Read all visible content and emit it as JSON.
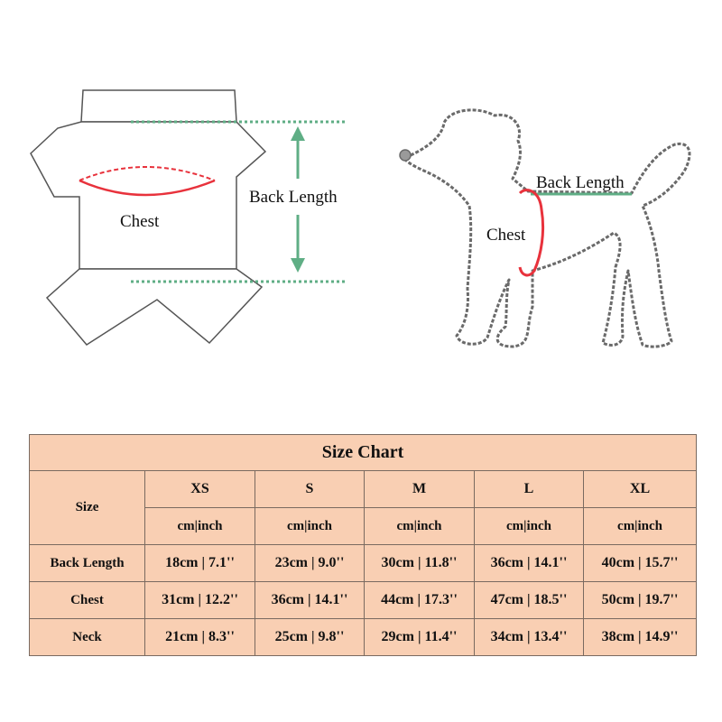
{
  "diagram": {
    "garment_labels": {
      "chest": "Chest",
      "back_length": "Back Length"
    },
    "dog_labels": {
      "chest": "Chest",
      "back_length": "Back Length"
    },
    "colors": {
      "outline": "#555555",
      "chest_line": "#e8323c",
      "back_length_marker": "#5fae85",
      "chain": "#6a6a6a"
    }
  },
  "size_chart": {
    "title": "Size Chart",
    "size_header": "Size",
    "sizes": [
      "XS",
      "S",
      "M",
      "L",
      "XL"
    ],
    "unit": "cm|inch",
    "rows": [
      {
        "label": "Back Length",
        "values": [
          "18cm | 7.1''",
          "23cm | 9.0''",
          "30cm | 11.8''",
          "36cm | 14.1''",
          "40cm | 15.7''"
        ]
      },
      {
        "label": "Chest",
        "values": [
          "31cm | 12.2''",
          "36cm | 14.1''",
          "44cm | 17.3''",
          "47cm | 18.5''",
          "50cm | 19.7''"
        ]
      },
      {
        "label": "Neck",
        "values": [
          "21cm | 8.3''",
          "25cm | 9.8''",
          "29cm | 11.4''",
          "34cm | 13.4''",
          "38cm | 14.9''"
        ]
      }
    ],
    "colors": {
      "background": "#f9cfb3",
      "border": "#7a6a60"
    }
  }
}
